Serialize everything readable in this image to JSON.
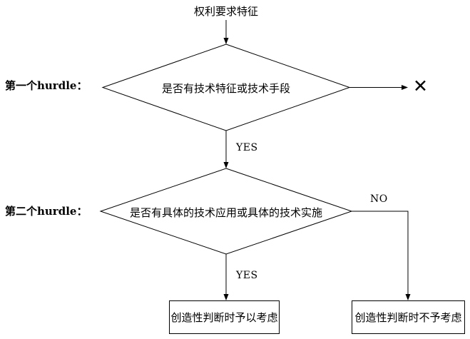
{
  "flowchart": {
    "start_label": "权利要求特征",
    "hurdle1_label": "第一个hurdle：",
    "hurdle2_label": "第二个hurdle：",
    "decision1_text": "是否有技术特征或技术手段",
    "decision2_text": "是否有具体的技术应用或具体的技术实施",
    "yes1_label": "YES",
    "yes2_label": "YES",
    "no_label": "NO",
    "fail_mark": "✕",
    "box_considered": "创造性判断时予以考虑",
    "box_not_considered": "创造性判断时不予考虑",
    "colors": {
      "line": "#000000",
      "text": "#000000",
      "background": "#ffffff"
    }
  }
}
